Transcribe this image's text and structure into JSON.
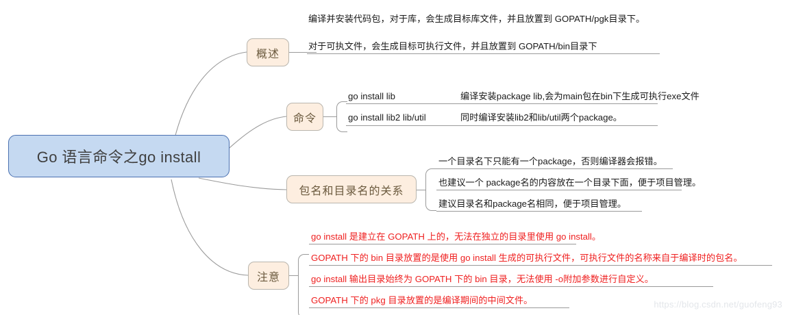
{
  "root": {
    "label": "Go 语言命令之go install",
    "fill_color": "#c5d9f1",
    "border_color": "#4a70b0"
  },
  "theme": {
    "branch_fill": "#fdeee0",
    "branch_border": "#b9b5ad",
    "branch_text": "#6b5a3e",
    "leaf_text": "#1a1a1a",
    "note_text": "#ef2020",
    "connector": "#9a9a9a"
  },
  "branches": [
    {
      "id": "overview",
      "label": "概述",
      "items": [
        {
          "text": "编译并安装代码包，对于库，会生成目标库文件，并且放置到 GOPATH/pgk目录下。",
          "red": false
        },
        {
          "text": "对于可执文件，会生成目标可执行文件，并且放置到 GOPATH/bin目录下",
          "red": false
        }
      ]
    },
    {
      "id": "commands",
      "label": "命令",
      "items": [
        {
          "key": "go install lib",
          "desc": "编译安装package lib,会为main包在bin下生成可执行exe文件",
          "red": false
        },
        {
          "key": "go install lib2 lib/util",
          "desc": "同时编译安装lib2和lib/util两个package。",
          "red": false
        }
      ]
    },
    {
      "id": "package-dir-relation",
      "label": "包名和目录名的关系",
      "items": [
        {
          "text": "一个目录名下只能有一个package，否则编译器会报错。",
          "red": false
        },
        {
          "text": "也建议一个 package名的内容放在一个目录下面，便于项目管理。",
          "red": false
        },
        {
          "text": "建议目录名和package名相同，便于项目管理。",
          "red": false
        }
      ]
    },
    {
      "id": "notes",
      "label": "注意",
      "items": [
        {
          "text": "go install 是建立在 GOPATH 上的，无法在独立的目录里使用 go install。",
          "red": true
        },
        {
          "text": "GOPATH 下的 bin 目录放置的是使用 go install 生成的可执行文件，可执行文件的名称来自于编译时的包名。",
          "red": true
        },
        {
          "text": "go install 输出目录始终为 GOPATH 下的 bin 目录，无法使用 -o附加参数进行自定义。",
          "red": true
        },
        {
          "text": "GOPATH 下的 pkg 目录放置的是编译期间的中间文件。",
          "red": true
        }
      ]
    }
  ],
  "watermark": {
    "text": "https://blog.csdn.net/guofeng93"
  }
}
